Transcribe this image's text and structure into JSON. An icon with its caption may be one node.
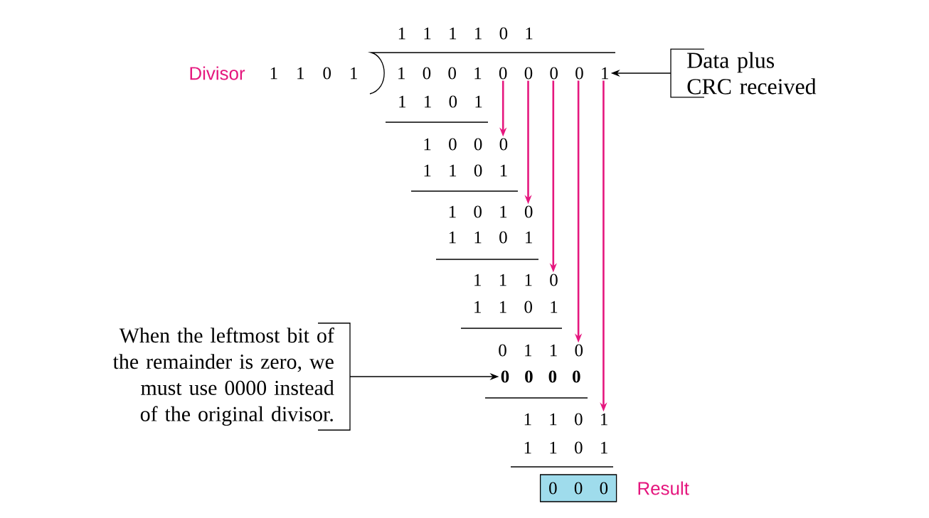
{
  "diagram": {
    "nodes": [
      {
        "text": [
          "Data plus CRC received"
        ]
      },
      {
        "text": [
          "1 0 0 1 0 0 0 0 1"
        ]
      },
      {
        "text": [
          "1 0 0 0"
        ]
      },
      {
        "text": [
          "1 0 1 0"
        ]
      },
      {
        "text": [
          "1 1 1 0"
        ]
      },
      {
        "text": [
          "0 1 1 0"
        ]
      },
      {
        "text": [
          "When the leftmost bit of the remainder is zero, we must use 0000 instead of the original divisor."
        ]
      },
      {
        "text": [
          "0 0 0 0"
        ]
      },
      {
        "text": [
          "1 1 0 1"
        ]
      },
      {
        "text": [
          "0 0 0"
        ],
        "beside": [
          "Result"
        ]
      }
    ],
    "edges": [
      {
        "from": 0,
        "to": 1,
        "arrow": "to",
        "color": "#000000"
      },
      {
        "from": 1,
        "to": 2,
        "arrow": "to"
      },
      {
        "from": 1,
        "to": 3,
        "arrow": "to"
      },
      {
        "from": 1,
        "to": 4,
        "arrow": "to"
      },
      {
        "from": 1,
        "to": 5,
        "arrow": "to"
      },
      {
        "from": 1,
        "to": 8,
        "arrow": "to"
      },
      {
        "from": 6,
        "to": 7,
        "arrow": "to",
        "color": "#000000"
      }
    ],
    "labels": [
      "1 1 1 1 0 1",
      "Divisor",
      "1 1 0 1",
      "1 1 0 1",
      "1 1 0 1",
      "1 1 0 1",
      "1 1 0 1",
      "1 1 0 1"
    ]
  }
}
